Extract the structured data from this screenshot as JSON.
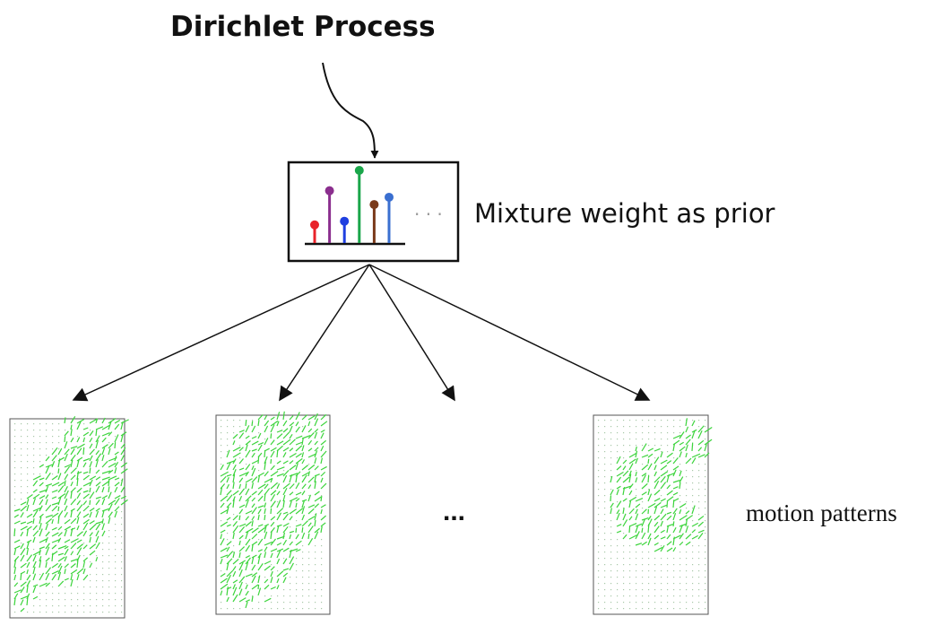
{
  "title": "Dirichlet Process",
  "prior_label": "Mixture weight as prior",
  "patterns_label": "motion patterns",
  "ellipsis": "...",
  "inset_ellipsis": "· · ·",
  "stems": [
    {
      "weight": 0.25,
      "color": "#e8232a"
    },
    {
      "weight": 0.72,
      "color": "#8b2f8e"
    },
    {
      "weight": 0.3,
      "color": "#1f3fe0"
    },
    {
      "weight": 1.0,
      "color": "#1aa64a"
    },
    {
      "weight": 0.53,
      "color": "#7a3a1a"
    },
    {
      "weight": 0.63,
      "color": "#3a6fd0"
    }
  ],
  "colors": {
    "flow": "#3cd43c",
    "stroke": "#111111",
    "dots": "#a8c8a8"
  }
}
